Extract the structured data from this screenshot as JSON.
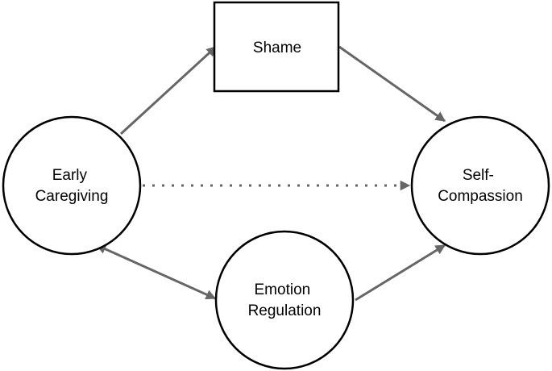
{
  "diagram": {
    "nodes": {
      "early_caregiving": {
        "lines": [
          "Early",
          "Caregiving"
        ],
        "shape": "circle"
      },
      "shame": {
        "lines": [
          "Shame"
        ],
        "shape": "rectangle"
      },
      "self_compassion": {
        "lines": [
          "Self-",
          "Compassion"
        ],
        "shape": "circle"
      },
      "emotion_regulation": {
        "lines": [
          "Emotion",
          "Regulation"
        ],
        "shape": "circle"
      }
    },
    "edges": [
      {
        "from": "early_caregiving",
        "to": "shame",
        "style": "solid"
      },
      {
        "from": "shame",
        "to": "self_compassion",
        "style": "solid"
      },
      {
        "from": "early_caregiving",
        "to": "self_compassion",
        "style": "dotted"
      },
      {
        "from": "early_caregiving",
        "to": "emotion_regulation",
        "style": "solid"
      },
      {
        "from": "emotion_regulation",
        "to": "self_compassion",
        "style": "solid"
      }
    ],
    "colors": {
      "node_stroke": "#000000",
      "arrow": "#666666",
      "text": "#000000",
      "background": "#ffffff"
    }
  }
}
